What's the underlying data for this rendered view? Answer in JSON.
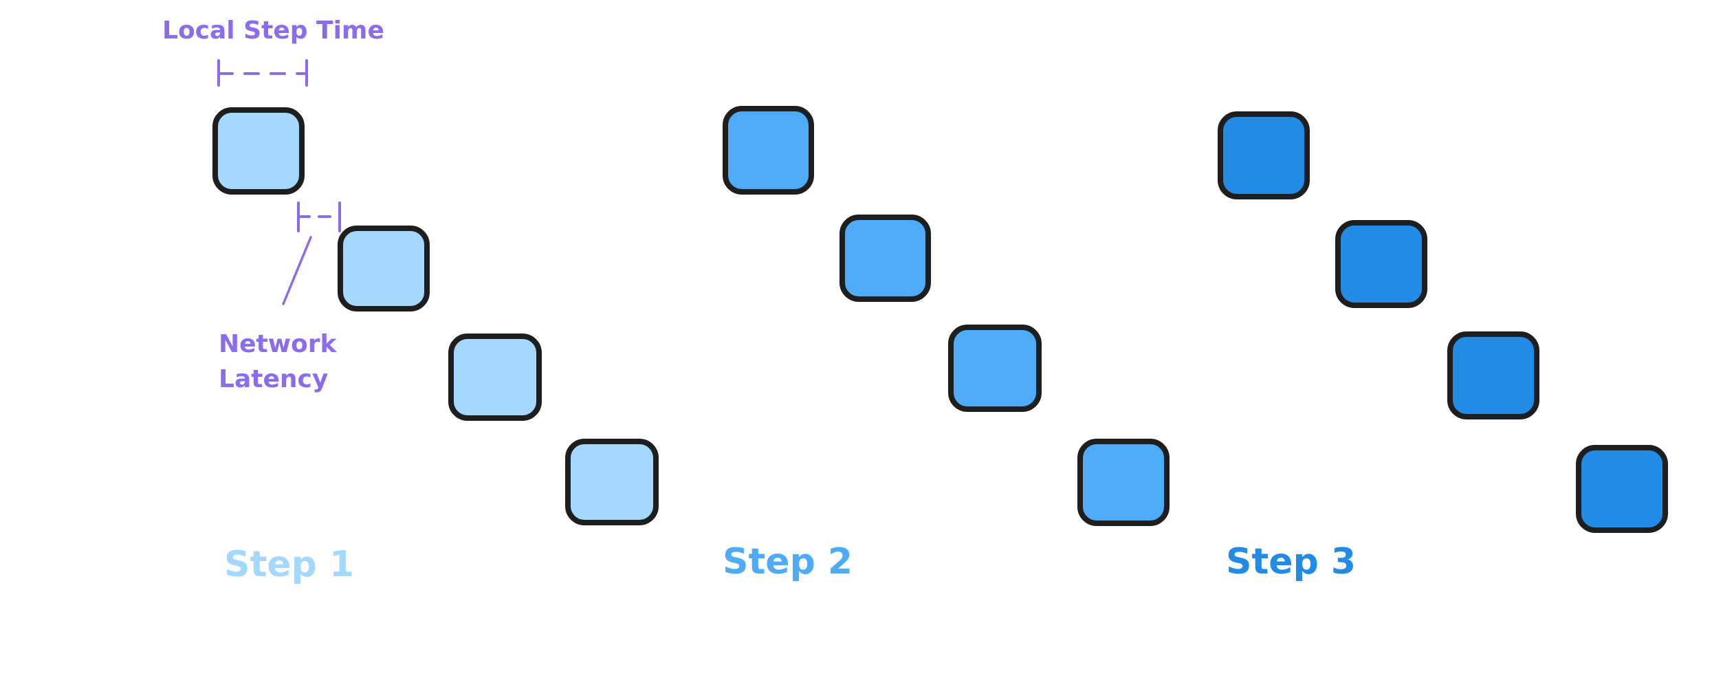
{
  "annotations": {
    "local_step_time": "Local Step Time",
    "network_latency_line1": "Network",
    "network_latency_line2": "Latency"
  },
  "steps": [
    {
      "label": "Step 1",
      "color": "#a5d8ff"
    },
    {
      "label": "Step 2",
      "color": "#4dabf7"
    },
    {
      "label": "Step 3",
      "color": "#228be6"
    }
  ],
  "colors": {
    "annotation": "#8b6cef",
    "block_stroke": "#1e1e1e",
    "background": "#ffffff"
  }
}
